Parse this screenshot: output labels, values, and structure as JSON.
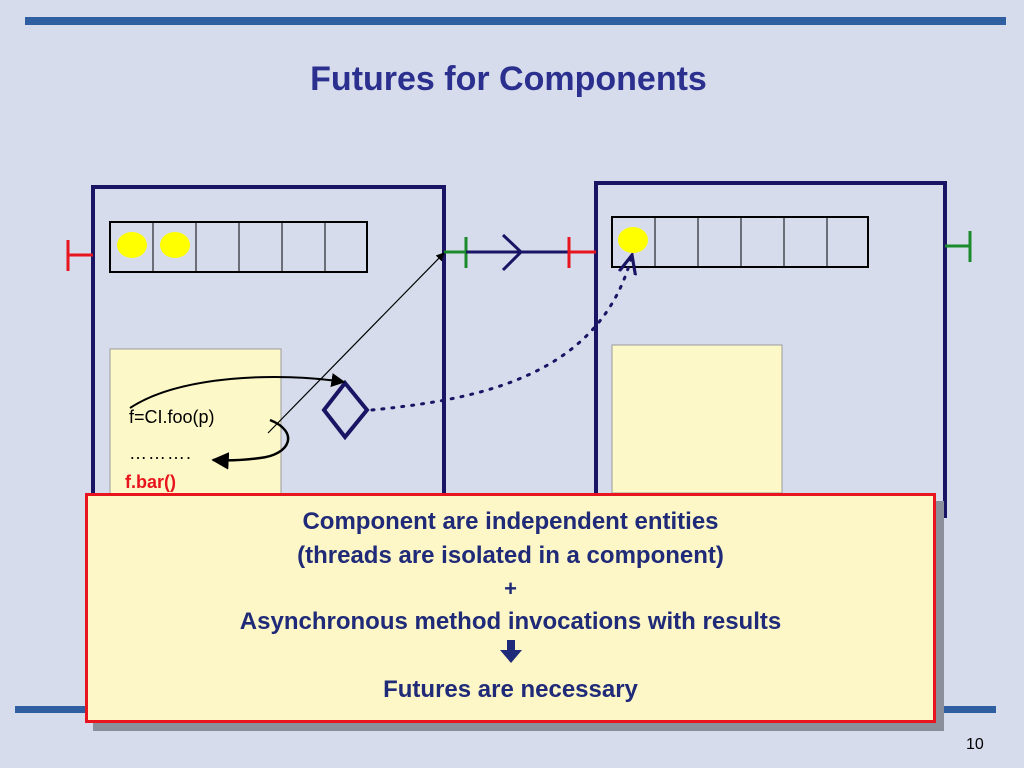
{
  "slide": {
    "title": "Futures for Components",
    "page_number": "10"
  },
  "component_left": {
    "code_lines": [
      "f=CI.foo(p)",
      "……….",
      "f.bar()"
    ]
  },
  "callout": {
    "line1": "Component are independent entities",
    "line2": "(threads are isolated in a component)",
    "line3": "+",
    "line4": "Asynchronous method invocations with results",
    "line5": "➔",
    "line6": "Futures are necessary"
  },
  "colors": {
    "background": "#d6dcec",
    "title": "#2b2f8e",
    "component_border": "#1b1464",
    "request_token": "#ffff00",
    "code_area": "#fdf8c8",
    "server_interface": "#e8141e",
    "client_interface": "#1a8a2a",
    "callout_border": "#e8141e",
    "callout_text": "#1f2a78"
  }
}
